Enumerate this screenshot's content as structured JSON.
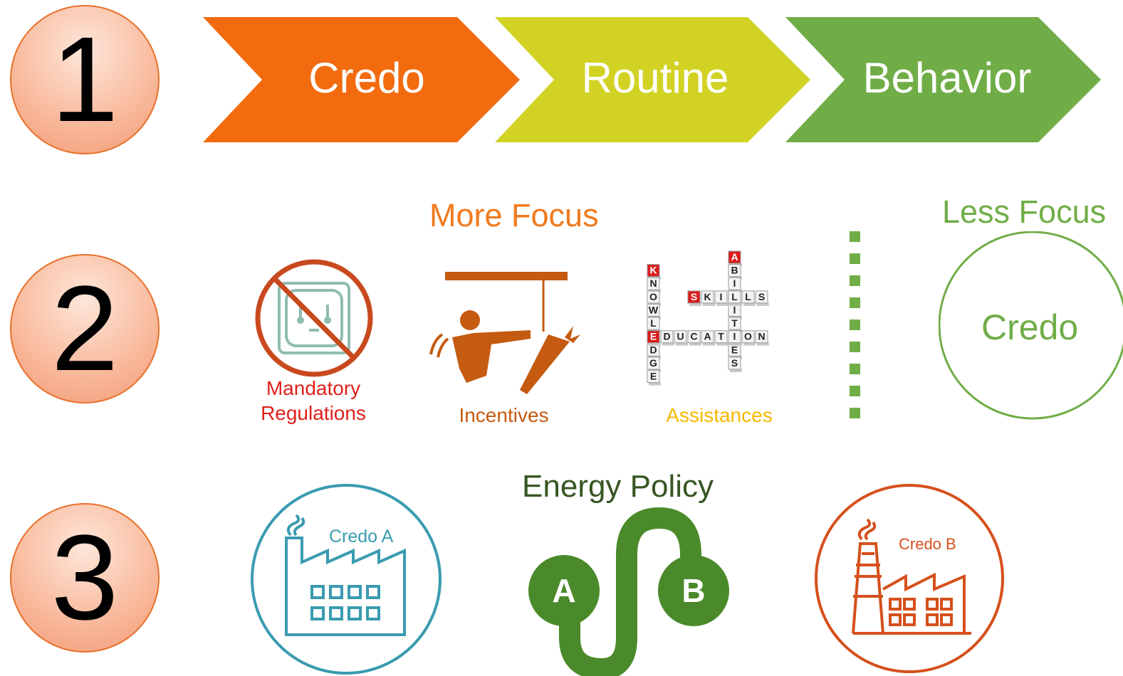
{
  "rows": [
    {
      "number": "1"
    },
    {
      "number": "2"
    },
    {
      "number": "3"
    }
  ],
  "chevrons": [
    {
      "label": "Credo",
      "color": "#f26b0f"
    },
    {
      "label": "Routine",
      "color": "#d2d225"
    },
    {
      "label": "Behavior",
      "color": "#70ad47"
    }
  ],
  "focus": {
    "more_label": "More Focus",
    "more_color": "#f07a1e",
    "less_label": "Less Focus",
    "less_color": "#70ad47",
    "less_item": "Credo"
  },
  "tools": [
    {
      "label_lines": [
        "Mandatory",
        "Regulations"
      ],
      "color": "#e0201a",
      "icon": "no-outlet-icon"
    },
    {
      "label_lines": [
        "Incentives"
      ],
      "color": "#c55a11",
      "icon": "carrot-on-stick-icon"
    },
    {
      "label_lines": [
        "Assistances"
      ],
      "color": "#f5b800",
      "icon": "crossword-blocks-icon"
    }
  ],
  "crossword_words": {
    "vertical_1": "KNOWLEDGE",
    "vertical_2": "ABILITIES",
    "horizontal_1": "SKILLS",
    "horizontal_2": "EDUCATION"
  },
  "energy_policy": {
    "title": "Energy Policy",
    "title_color": "#375623",
    "node_a": "A",
    "node_b": "B",
    "color": "#4a8a2a"
  },
  "factories": [
    {
      "label": "Credo A",
      "color": "#3a9bb0",
      "icon": "factory-icon"
    },
    {
      "label": "Credo B",
      "color": "#d5501c",
      "icon": "factory-icon"
    }
  ]
}
